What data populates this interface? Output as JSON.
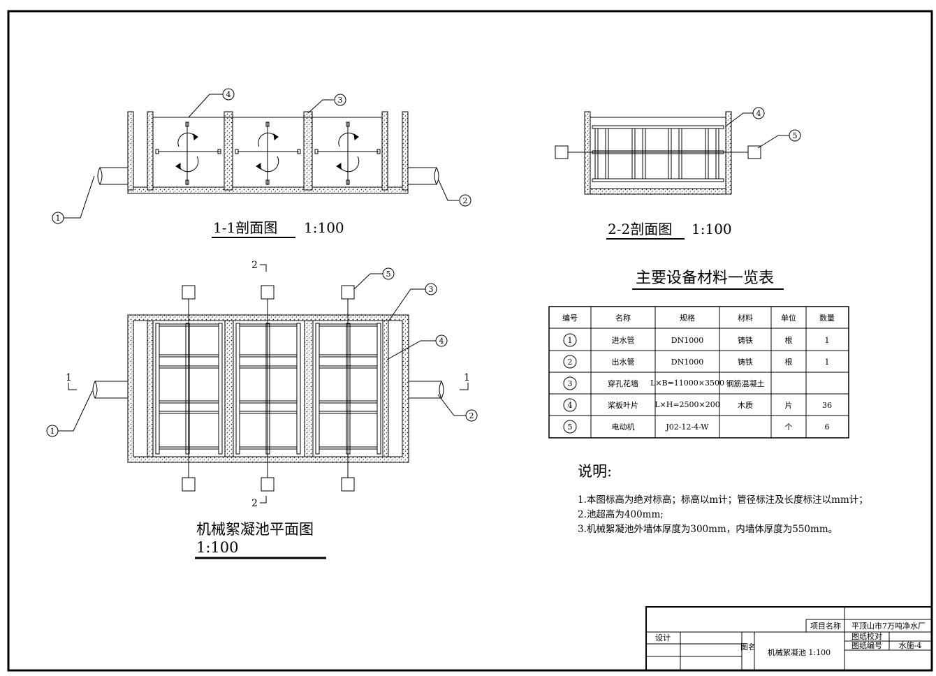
{
  "views": {
    "section_1_1": {
      "title": "1-1剖面图",
      "scale": "1:100"
    },
    "section_2_2": {
      "title": "2-2剖面图",
      "scale": "1:100"
    },
    "plan": {
      "title": "机械絮凝池平面图",
      "scale": "1:100"
    }
  },
  "callouts": [
    "1",
    "2",
    "3",
    "4",
    "5"
  ],
  "section_marks": {
    "cut_1": "1",
    "cut_2": "2"
  },
  "table": {
    "title": "主要设备材料一览表",
    "headers": [
      "编号",
      "名称",
      "规格",
      "材料",
      "单位",
      "数量"
    ],
    "rows": [
      {
        "no": "1",
        "name": "进水管",
        "spec": "DN1000",
        "material": "铸铁",
        "unit": "根",
        "qty": "1"
      },
      {
        "no": "2",
        "name": "出水管",
        "spec": "DN1000",
        "material": "铸铁",
        "unit": "根",
        "qty": "1"
      },
      {
        "no": "3",
        "name": "穿孔花墙",
        "spec": "L×B=11000×3500",
        "material": "钢筋混凝土",
        "unit": "",
        "qty": ""
      },
      {
        "no": "4",
        "name": "桨板叶片",
        "spec": "L×H=2500×200",
        "material": "木质",
        "unit": "片",
        "qty": "36"
      },
      {
        "no": "5",
        "name": "电动机",
        "spec": "J02-12-4-W",
        "material": "",
        "unit": "个",
        "qty": "6"
      }
    ]
  },
  "notes": {
    "heading": "说明:",
    "items": [
      "1.本图标高为绝对标高；标高以m计；管径标注及长度标注以mm计；",
      "2.池超高为400mm;",
      "3.机械絮凝池外墙体厚度为300mm，内墙体厚度为550mm。"
    ]
  },
  "title_block": {
    "project_label": "项目名称",
    "project_name": "平顶山市7万吨净水厂",
    "design_label": "设计",
    "drawing_label": "图名",
    "drawing_name": "机械絮凝池 1:100",
    "check_label": "图纸校对",
    "number_label": "图纸编号",
    "number_value": "水施-4"
  }
}
